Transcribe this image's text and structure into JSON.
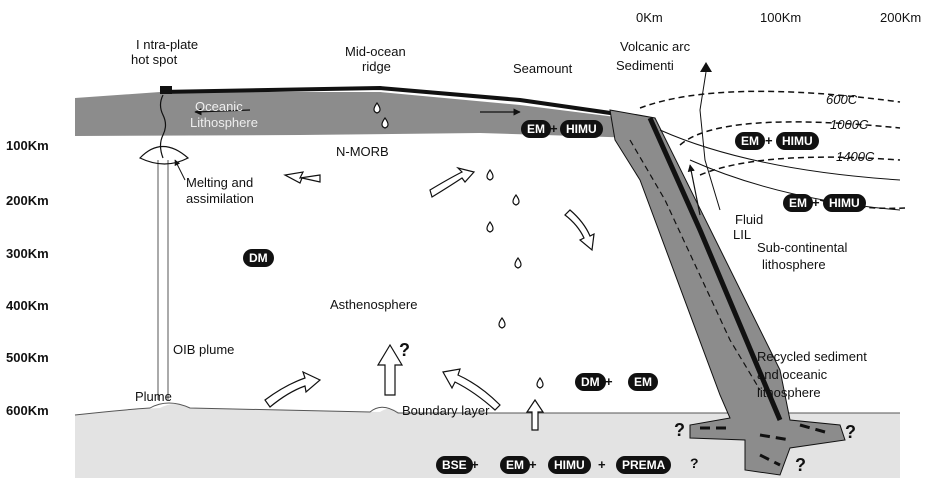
{
  "top_scale": [
    "0Km",
    "100Km",
    "200Km"
  ],
  "depth_axis": [
    "100Km",
    "200Km",
    "300Km",
    "400Km",
    "500Km",
    "600Km"
  ],
  "labels": {
    "intraplate_line1": "I ntra-plate",
    "intraplate_line2": "hot spot",
    "midocean_line1": "Mid-ocean",
    "midocean_line2": "ridge",
    "seamount": "Seamount",
    "volcanic_arc": "Volcanic arc",
    "sediment": "Sedimenti",
    "oceanic_line1": "Oceanic",
    "oceanic_line2": "Lithosphere",
    "nmorb": "N-MORB",
    "melting_line1": "Melting and",
    "melting_line2": "assimilation",
    "asthenosphere": "Asthenosphere",
    "oib_plume": "OIB plume",
    "plume": "Plume",
    "boundary_layer": "Boundary layer",
    "fluid": "Fluid",
    "lil": "LIL",
    "subcont_line1": "Sub-continental",
    "subcont_line2": "lithosphere",
    "recycled_line1": "Recycled sediment",
    "recycled_line2": "and oceanic",
    "recycled_line3": "lithosphere",
    "question": "?",
    "iso_600": "600C",
    "iso_1000": "1000C",
    "iso_1400": "1400C"
  },
  "pills": {
    "em": "EM",
    "himu": "HIMU",
    "dm": "DM",
    "bse": "BSE",
    "prema": "PREMA",
    "plus": "+"
  }
}
